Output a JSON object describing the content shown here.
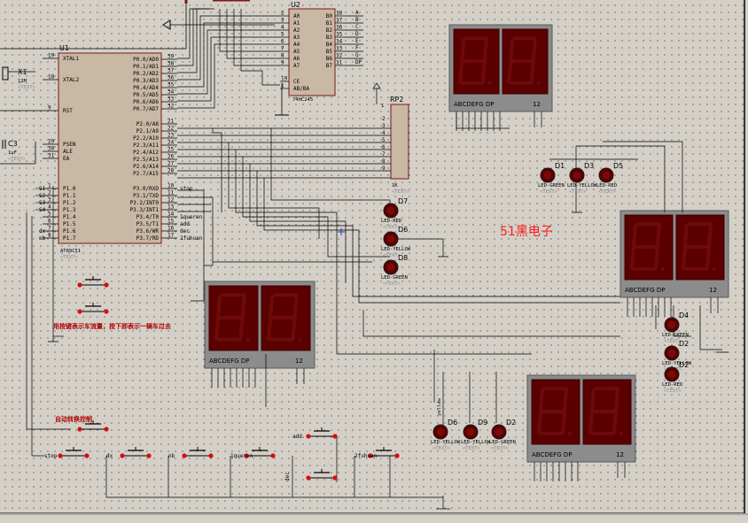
{
  "u1": {
    "ref": "U1",
    "part": "AT89C51",
    "text_tag": "<TEXT>",
    "left_pins": [
      [
        "19",
        "XTAL1"
      ],
      [
        "18",
        "XTAL2"
      ],
      [
        "9",
        "RST"
      ],
      [
        "29",
        "PSEN"
      ],
      [
        "30",
        "ALE"
      ],
      [
        "31",
        "EA"
      ],
      [
        "1",
        "P1.0"
      ],
      [
        "2",
        "P1.1"
      ],
      [
        "3",
        "P1.2"
      ],
      [
        "4",
        "P1.3"
      ],
      [
        "5",
        "P1.4"
      ],
      [
        "6",
        "P1.5"
      ],
      [
        "7",
        "P1.6"
      ],
      [
        "8",
        "P1.7"
      ]
    ],
    "right_pins": [
      [
        "39",
        "P0.0/AD0"
      ],
      [
        "38",
        "P0.1/AD1"
      ],
      [
        "37",
        "P0.2/AD2"
      ],
      [
        "36",
        "P0.3/AD3"
      ],
      [
        "35",
        "P0.4/AD4"
      ],
      [
        "34",
        "P0.5/AD5"
      ],
      [
        "33",
        "P0.6/AD6"
      ],
      [
        "32",
        "P0.7/AD7"
      ],
      [
        "21",
        "P2.0/A8"
      ],
      [
        "22",
        "P2.1/A9"
      ],
      [
        "23",
        "P2.2/A10"
      ],
      [
        "24",
        "P2.3/A11"
      ],
      [
        "25",
        "P2.4/A12"
      ],
      [
        "26",
        "P2.5/A13"
      ],
      [
        "27",
        "P2.6/A14"
      ],
      [
        "28",
        "P2.7/A15"
      ],
      [
        "10",
        "P3.0/RXD"
      ],
      [
        "11",
        "P3.1/TXD"
      ],
      [
        "12",
        "P3.2/INT0"
      ],
      [
        "13",
        "P3.3/INT1"
      ],
      [
        "14",
        "P3.4/T0"
      ],
      [
        "15",
        "P3.5/T1"
      ],
      [
        "16",
        "P3.6/WR"
      ],
      [
        "17",
        "P3.7/RD"
      ]
    ]
  },
  "u2": {
    "ref": "U2",
    "part": "74HC245",
    "a_pins": [
      [
        "2",
        "A0"
      ],
      [
        "3",
        "A1"
      ],
      [
        "4",
        "A2"
      ],
      [
        "5",
        "A3"
      ],
      [
        "6",
        "A4"
      ],
      [
        "7",
        "A5"
      ],
      [
        "8",
        "A6"
      ],
      [
        "9",
        "A7"
      ]
    ],
    "b_pins": [
      [
        "18",
        "B0"
      ],
      [
        "17",
        "B1"
      ],
      [
        "16",
        "B2"
      ],
      [
        "15",
        "B3"
      ],
      [
        "14",
        "B4"
      ],
      [
        "13",
        "B5"
      ],
      [
        "12",
        "B6"
      ],
      [
        "11",
        "B7"
      ]
    ],
    "ctrl": [
      [
        "19",
        "CE"
      ],
      [
        "1",
        "AB/BA"
      ]
    ],
    "out_labels": [
      "A",
      "B",
      "C",
      "D",
      "E",
      "F",
      "G",
      "DP"
    ]
  },
  "rp2": {
    "ref": "RP2",
    "pin1": "1",
    "pins": [
      "2",
      "3",
      "4",
      "5",
      "6",
      "7",
      "8",
      "9"
    ],
    "part": "1K",
    "text_tag": "<TEXT>"
  },
  "x1": {
    "ref": "X1",
    "value": "12M",
    "text_tag": "<TEXT>"
  },
  "c3": {
    "ref": "C3",
    "value": "1uF",
    "text_tag": "<TEXT>"
  },
  "keys_left": [
    "S1",
    "S2",
    "S3",
    "S4"
  ],
  "p1_nets": [
    "dx",
    "nb"
  ],
  "p3_nets": [
    "stop",
    "",
    "",
    "",
    "1queren",
    "add",
    "dec",
    "2fuhuan"
  ],
  "segment": {
    "pin_label": "ABCDEFG DP",
    "digits": "12"
  },
  "leds": {
    "d7": {
      "ref": "D7",
      "part": "LED-RED"
    },
    "d6_top": {
      "ref": "D6",
      "part": "LED-YELLOW"
    },
    "d8": {
      "ref": "D8",
      "part": "LED-GREEN"
    },
    "d1": {
      "ref": "D1",
      "part": "LED-GREEN"
    },
    "d3": {
      "ref": "D3",
      "part": "LED-YELLOW"
    },
    "d5": {
      "ref": "D5",
      "part": "LED-RED"
    },
    "d4": {
      "ref": "D4",
      "part": "LED-GREEN"
    },
    "d2r": {
      "ref": "D2",
      "part": "LED-YELLOW"
    },
    "d2m": {
      "ref": "D2",
      "part": "LED-RED"
    },
    "d6": {
      "ref": "D6",
      "part": "LED-YELLOW"
    },
    "d9": {
      "ref": "D9",
      "part": "LED-YELLOW"
    },
    "d2": {
      "ref": "D2",
      "part": "LED-GREEN"
    }
  },
  "vertical_net": "yellow",
  "annotations": {
    "brand": "51黑电子",
    "note1": "用按键表示车流量，按下即表示一辆车过去",
    "note2": "自动转换控制"
  },
  "buttons": [
    "stop",
    "dx",
    "nb",
    "1queren",
    "add",
    "dec",
    "2fuhuan"
  ]
}
